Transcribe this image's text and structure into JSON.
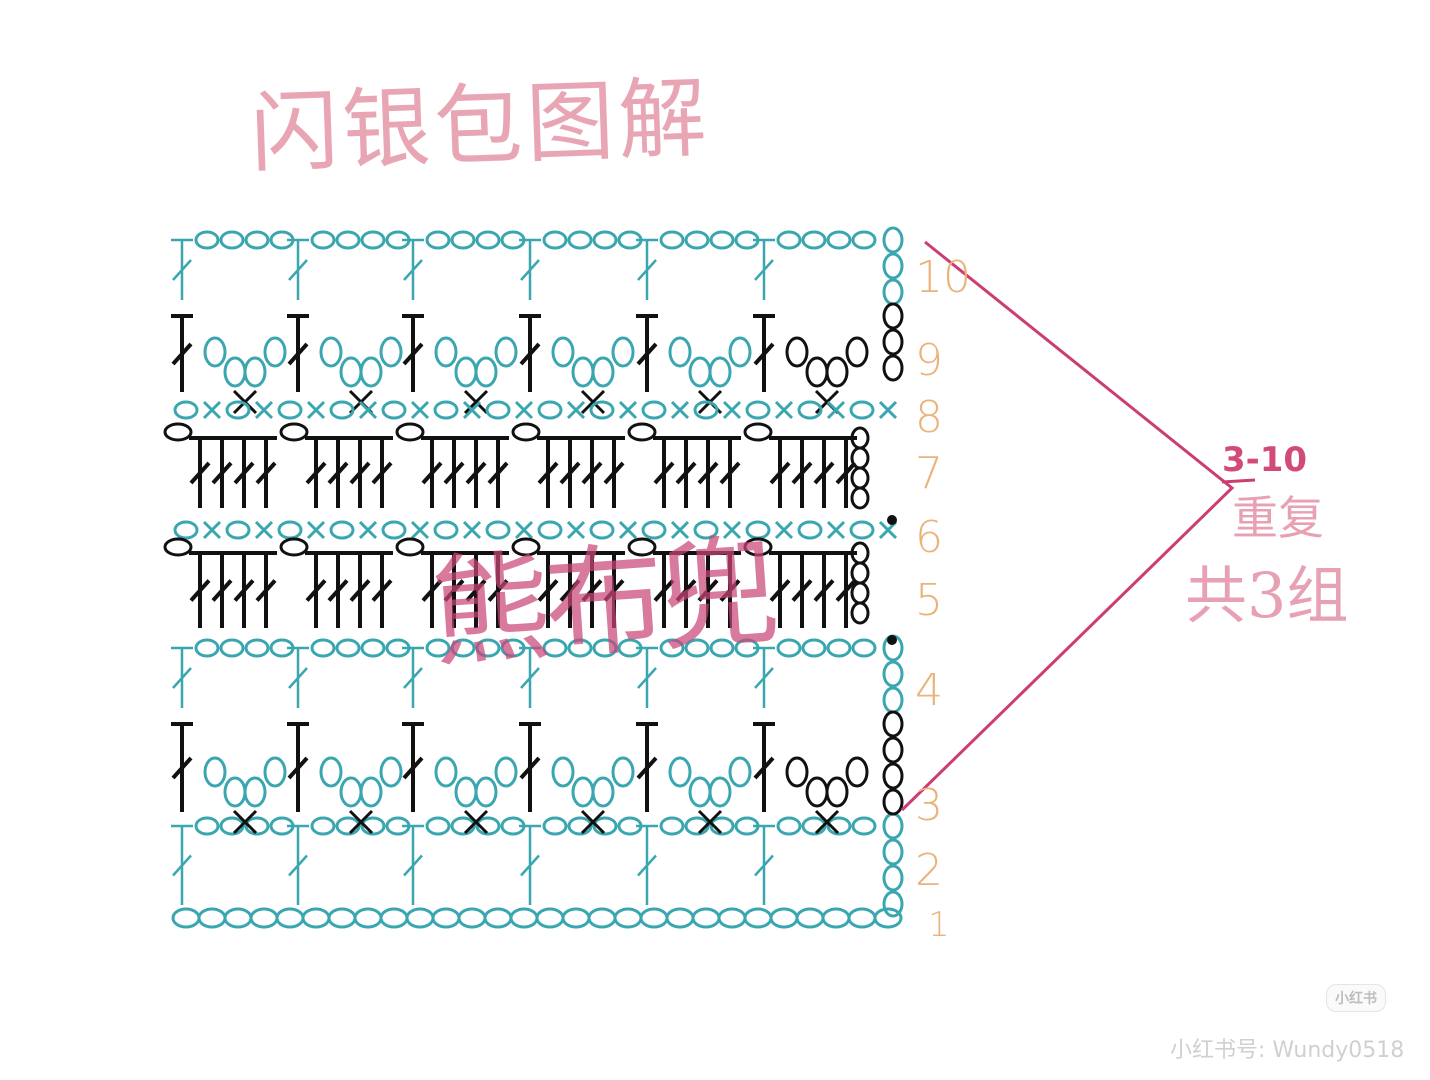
{
  "title": "闪银包图解",
  "row_numbers": [
    "1",
    "2",
    "3",
    "4",
    "5",
    "6",
    "7",
    "8",
    "9",
    "10"
  ],
  "repeat_note": {
    "range": "3-10",
    "word": "重复",
    "total": "共3组"
  },
  "watermark": {
    "overlay": "熊布兜",
    "badge": "小红书",
    "account": "小红书号: Wundy0518"
  },
  "colors": {
    "teal": "#3aa7b0",
    "black": "#111111",
    "pink_title": "#e8a6b5",
    "magenta_line": "#cc3d74",
    "row_numbers": "#eab37a"
  },
  "symbols": {
    "chain": "chain-oval",
    "single_crochet": "x-mark",
    "double_crochet": "t-with-slash",
    "slip_dot": "dot"
  }
}
